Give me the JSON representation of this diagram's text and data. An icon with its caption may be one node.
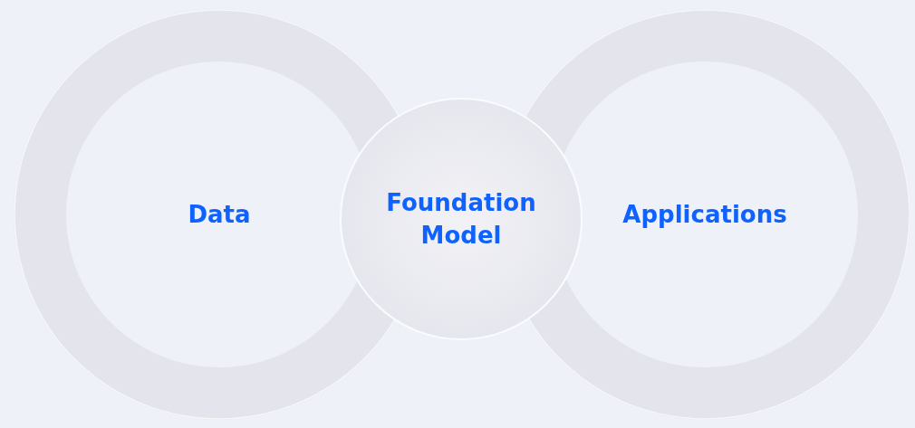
{
  "diagram": {
    "nodes": [
      {
        "text": [
          "Data"
        ]
      },
      {
        "text": [
          "Foundation Model"
        ]
      },
      {
        "text": [
          "Applications"
        ]
      }
    ]
  }
}
